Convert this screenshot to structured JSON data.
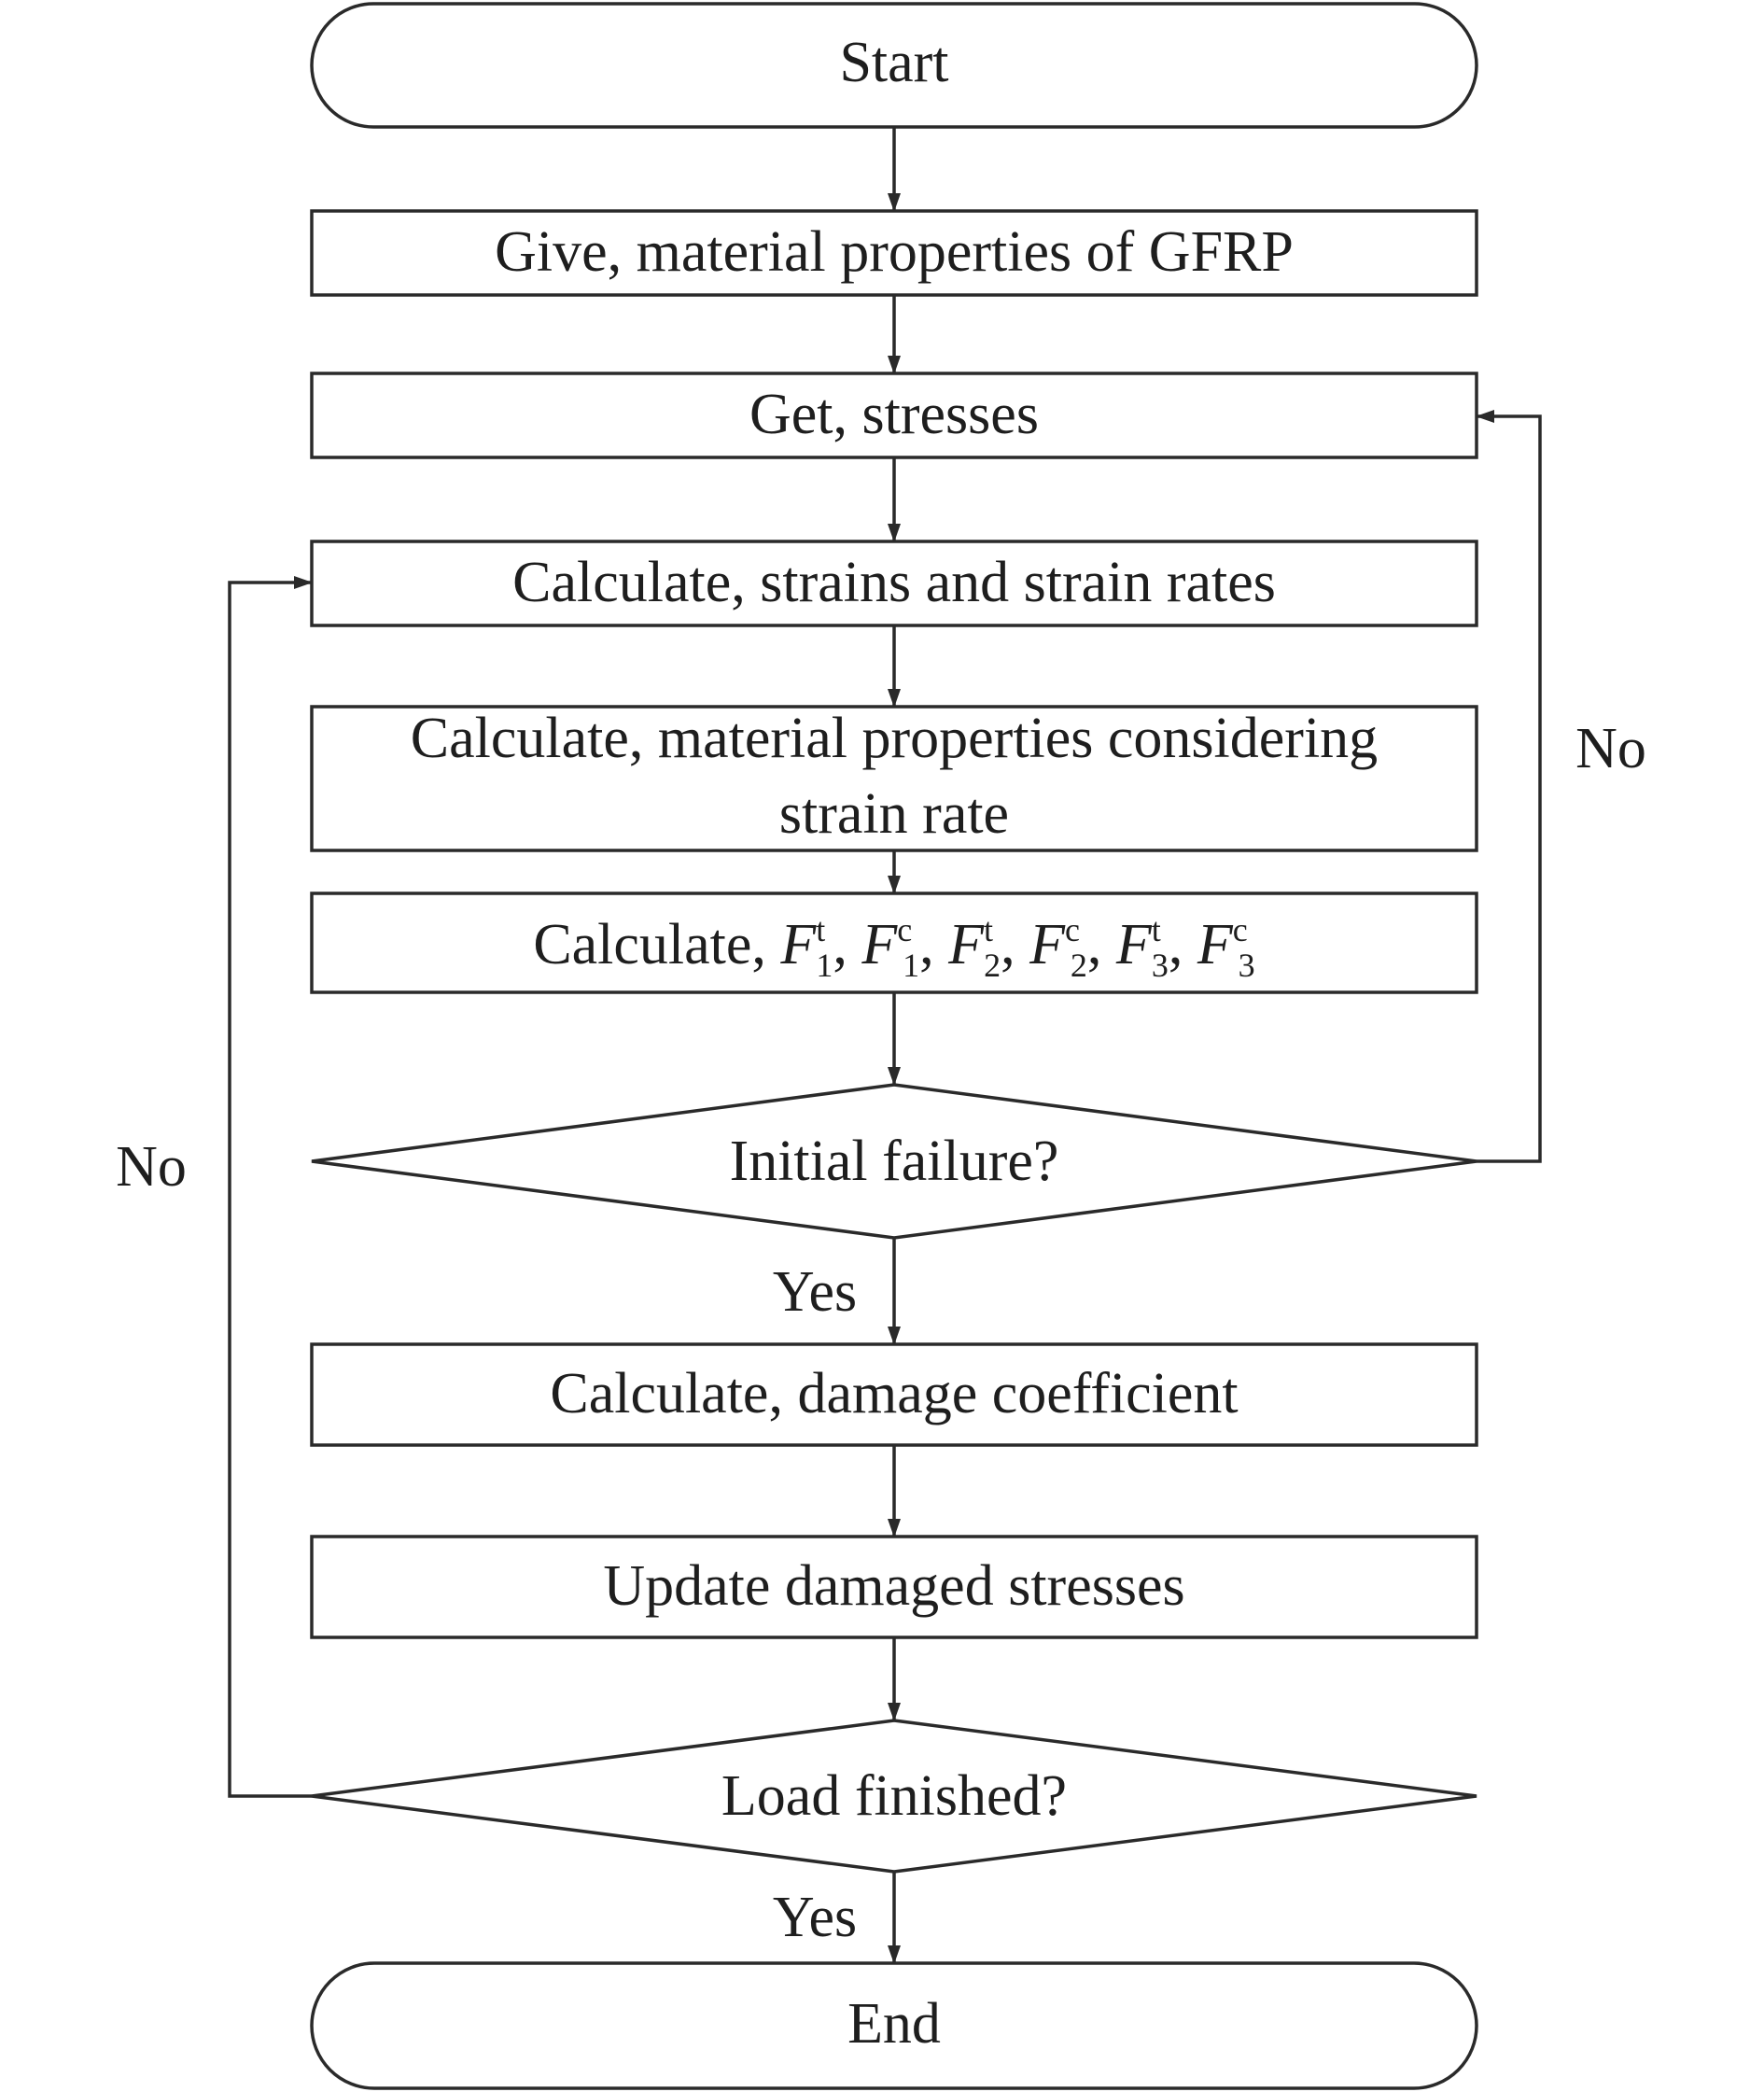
{
  "flowchart": {
    "start": "Start",
    "give_props": "Give, material properties of GFRP",
    "get_stresses": "Get, stresses",
    "calc_strains": "Calculate, strains and strain rates",
    "calc_props_line1": "Calculate, material properties considering",
    "calc_props_line2": "strain rate",
    "calc_f": {
      "prefix": "Calculate, ",
      "symbol": "F",
      "sep": ", ",
      "terms": [
        {
          "sup": "t",
          "sub": "1"
        },
        {
          "sup": "c",
          "sub": "1"
        },
        {
          "sup": "t",
          "sub": "2"
        },
        {
          "sup": "c",
          "sub": "2"
        },
        {
          "sup": "t",
          "sub": "3"
        },
        {
          "sup": "c",
          "sub": "3"
        }
      ]
    },
    "initial_failure": "Initial failure?",
    "calc_damage": "Calculate, damage coefficient",
    "update_stresses": "Update damaged stresses",
    "load_finished": "Load finished?",
    "end": "End",
    "yes_label": "Yes",
    "no_label": "No"
  },
  "colors": {
    "stroke": "#2a2a2a",
    "text": "#1e1e1e",
    "background": "#ffffff"
  }
}
